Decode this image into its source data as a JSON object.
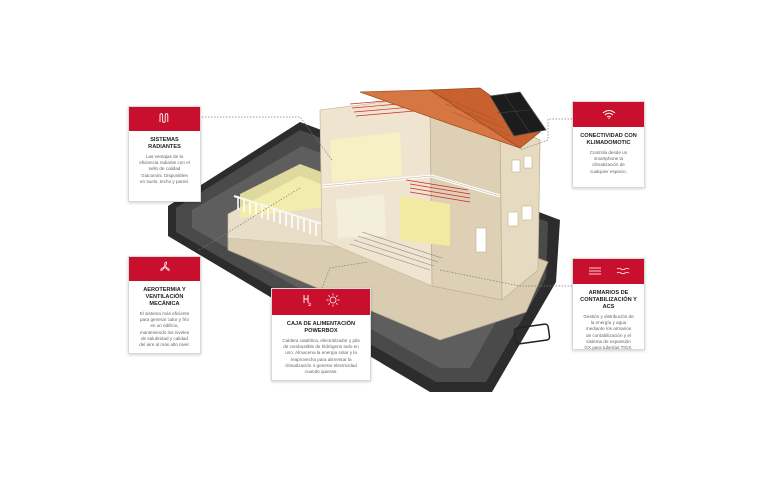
{
  "colors": {
    "accent": "#c8102e",
    "device": "#3a3a3a",
    "wall": "#e8dcc6",
    "roof": "#d46a3c",
    "glow": "#f3e98e"
  },
  "cards": {
    "radiantes": {
      "icon": "radiant-coil-icon",
      "title": "SISTEMAS RADIANTES",
      "desc": "Las ventajas de la eficiencia radiante con el sello de calidad Giacomini. Disponibles en suelo, techo y pared."
    },
    "conectividad": {
      "icon": "wifi-icon",
      "title": "CONECTIVIDAD CON KLIMADOMOTIC",
      "desc": "Controla desde un smartphone la climatización de cualquier espacio."
    },
    "aerotermia": {
      "icon": "fan-icon",
      "title": "AEROTERMIA Y VENTILACIÓN MECÁNICA",
      "desc": "El sistema más eficiente para generar calor y frío en un edificio, manteniendo los niveles de salubridad y calidad del aire al más alto nivel."
    },
    "powerbox": {
      "icons": [
        "hydrogen-icon",
        "sun-icon"
      ],
      "title": "CAJA DE ALIMENTACIÓN POWERBOX",
      "desc": "Caldera catalítica, electrolizador y pila de combustible de hidrógeno todo en uno. Almacena la energía solar y la reaprovecha para alimentar la climatización o generar electricidad cuando quieras."
    },
    "armarios": {
      "icons": [
        "radiator-lines-icon",
        "water-waves-icon"
      ],
      "title": "ARMARIOS DE CONTABILIZACIÓN Y ACS",
      "desc": "Gestión y distribución de la energía y agua mediante los armarios de contabilización y el sistema de expansión GX para tuberías TIGX."
    }
  }
}
